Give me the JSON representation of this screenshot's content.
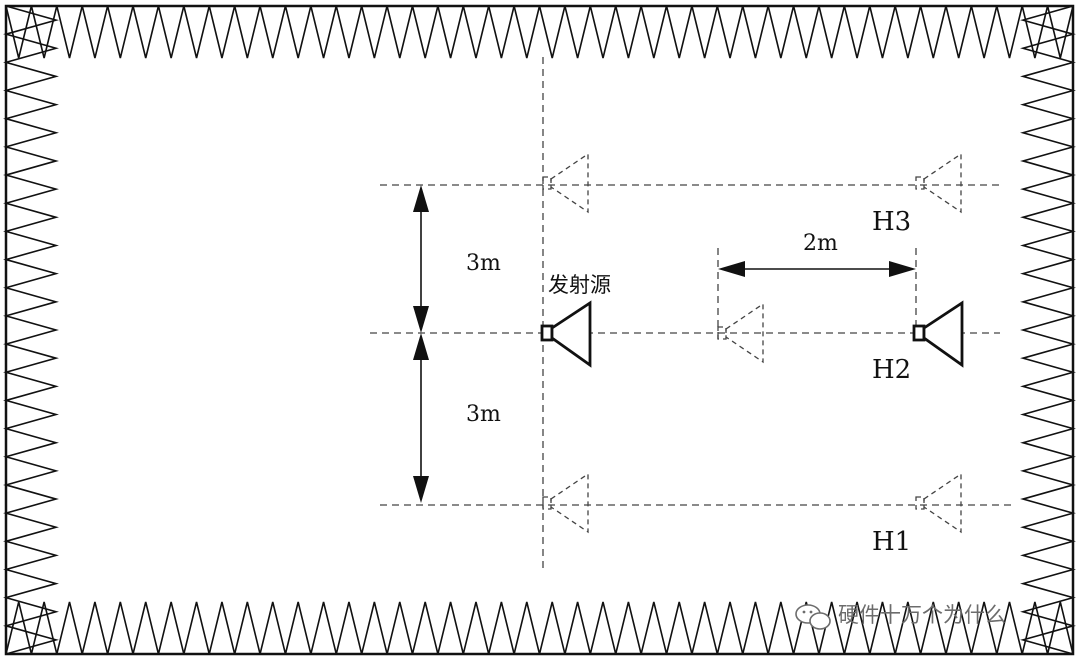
{
  "diagram": {
    "labels": {
      "source": "发射源",
      "dist_top": "3m",
      "dist_bottom": "3m",
      "dist_horizontal": "2m",
      "h1": "H1",
      "h2": "H2",
      "h3": "H3"
    },
    "watermark": "硬件十万个为什么",
    "watermark_icon": "wechat-icon",
    "colors": {
      "line": "#111111",
      "dashed": "#444444",
      "watermark": "#6c6c6c",
      "background": "#ffffff"
    }
  }
}
